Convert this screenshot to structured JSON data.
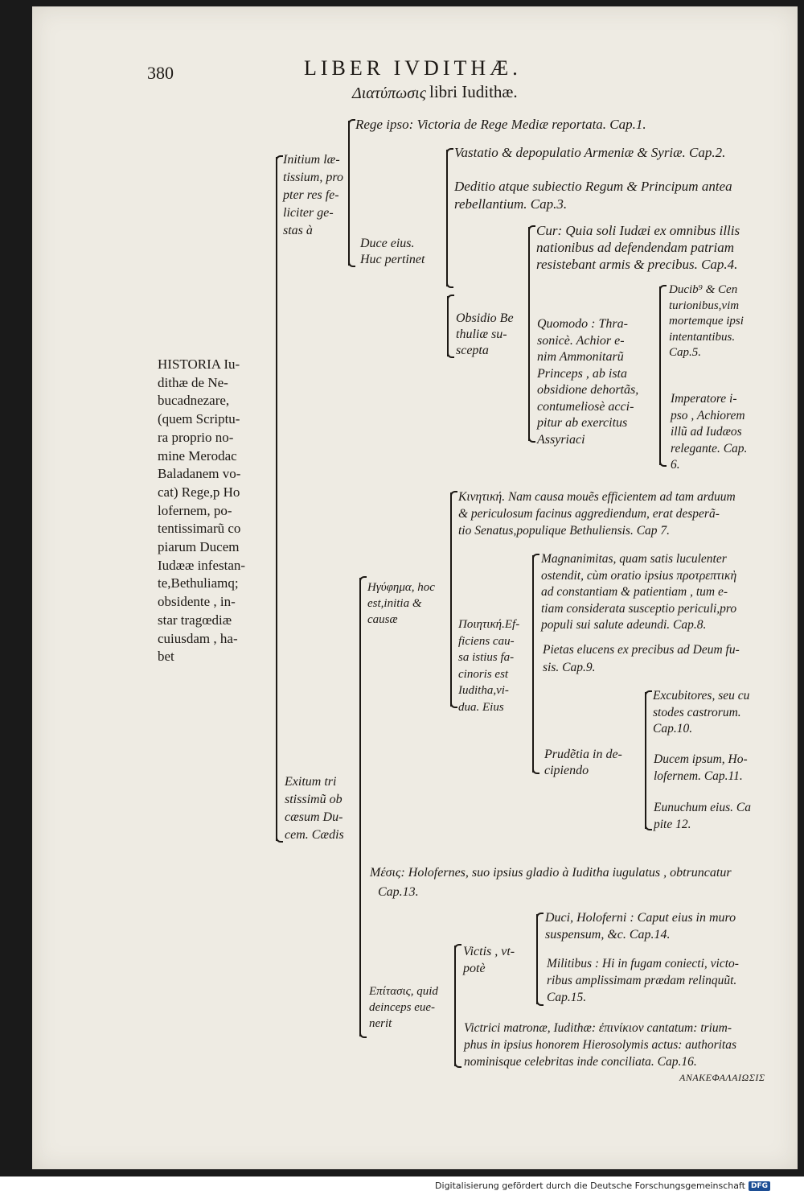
{
  "header": {
    "page_number": "380",
    "running_title": "LIBER IVDITHÆ.",
    "subtitle_greek": "Διατύπωσις",
    "subtitle_latin": "libri Iudithæ."
  },
  "root": {
    "lines": [
      "HISTORIA Iu-",
      "dithæ de Ne-",
      "bucadnezare,",
      "(quem Scriptu-",
      "ra proprio no-",
      "mine Merodac",
      "Baladanem vo-",
      "cat) Rege,p Ho",
      "lofernem, po-",
      "tentissimarũ co",
      "piarum Ducem",
      "Iudææ infestan-",
      "te,Bethuliamq;",
      "obsidente , in-",
      "star tragœdiæ",
      "cuiusdam , ha-",
      "bet"
    ]
  },
  "initium": {
    "lines": [
      "Initium læ-",
      "tissium, pro",
      "pter res fe-",
      "liciter ge-",
      "stas à"
    ],
    "rege": "Rege ipso: Victoria de Rege Mediæ reportata. Cap.1.",
    "duce_lines": [
      "Duce eius.",
      "Huc pertinet"
    ],
    "vastatio": "Vastatio & depopulatio Armeniæ & Syriæ. Cap.2.",
    "deditio_lines": [
      "Deditio atque subiectio Regum & Principum antea",
      "rebellantium. Cap.3."
    ],
    "obsidio_lines": [
      "Obsidio Be",
      "thuliæ su-",
      "scepta"
    ],
    "cur_lines": [
      "Cur: Quia soli Iudæi ex omnibus illis",
      "nationibus ad defendendam patriam",
      "resistebant armis & precibus. Cap.4."
    ],
    "quomodo_lines": [
      "Quomodo : Thra-",
      "sonicè. Achior e-",
      "nim Ammonitarũ",
      "Princeps , ab ista",
      "obsidione dehortãs,",
      "contumeliosè acci-",
      "pitur ab exercitus",
      "Assyriaci"
    ],
    "ducibus_lines": [
      "Ducib⁹ & Cen",
      "turionibus,vim",
      "mortemque ipsi",
      "intentantibus.",
      "Cap.5."
    ],
    "imperatore_lines": [
      "Imperatore i-",
      "pso , Achiorem",
      "illũ ad Iudæos",
      "relegante. Cap.",
      "6."
    ]
  },
  "exitum": {
    "lines": [
      "Exitum tri",
      "stissimũ ob",
      "cæsum Du-",
      "cem. Cædis"
    ],
    "hyphema_lines": [
      "Ηγύφημα, hoc",
      "est,initia &",
      "causæ"
    ],
    "kinetike_lines": [
      "Κινητική. Nam causa mouẽs efficientem ad tam arduum",
      "& periculosum facinus aggrediendum, erat desperã-",
      "tio Senatus,populique Bethuliensis. Cap 7."
    ],
    "poietike_lines": [
      "Ποιητική.Ef-",
      "ficiens cau-",
      "sa istius fa-",
      "cinoris est",
      "Iuditha,vi-",
      "dua. Eius"
    ],
    "magnanimitas_lines": [
      "Magnanimitas, quam satis luculenter",
      "ostendit, cùm oratio ipsius προτρεπτικὴ",
      "ad constantiam & patientiam , tum e-",
      "tiam considerata susceptio periculi,pro",
      "populi sui salute adeundi. Cap.8."
    ],
    "pietas_lines": [
      "Pietas elucens ex precibus ad Deum fu-",
      "sis. Cap.9."
    ],
    "prudentia_lines": [
      "Prudẽtia in de-",
      "cipiendo"
    ],
    "excubitores_lines": [
      "Excubitores, seu cu",
      "stodes castrorum.",
      "Cap.10."
    ],
    "ducem_lines": [
      "Ducem ipsum, Ho-",
      "lofernem. Cap.11."
    ],
    "eunuchum_lines": [
      "Eunuchum eius. Ca",
      "pite 12."
    ],
    "mesis_lines": [
      "Μέσις: Holofernes, suo ipsius gladio à Iuditha iugulatus , obtruncatur",
      "Cap.13."
    ],
    "epitasis_lines": [
      "Επίτασις, quid",
      "deinceps eue-",
      "nerit"
    ],
    "victis_lines": [
      "Victis , vt-",
      "potè"
    ],
    "duci_lines": [
      "Duci, Holoferni : Caput eius in muro",
      "suspensum, &c. Cap.14."
    ],
    "militibus_lines": [
      "Militibus : Hi in fugam coniecti, victo-",
      "ribus amplissimam prædam relinquũt.",
      "Cap.15."
    ],
    "victrici_lines": [
      "Victrici matronæ, Iudithæ: ἐπινίκιον cantatum: trium-",
      "phus in ipsius honorem Hierosolymis actus: authoritas",
      "nominisque celebritas inde conciliata. Cap.16."
    ],
    "catchword": "ΑΝΑΚΕΦΑΛΑΙΩΣΙΣ"
  },
  "footer": {
    "text": "Digitalisierung gefördert durch die Deutsche Forschungsgemeinschaft",
    "badge": "DFG"
  }
}
